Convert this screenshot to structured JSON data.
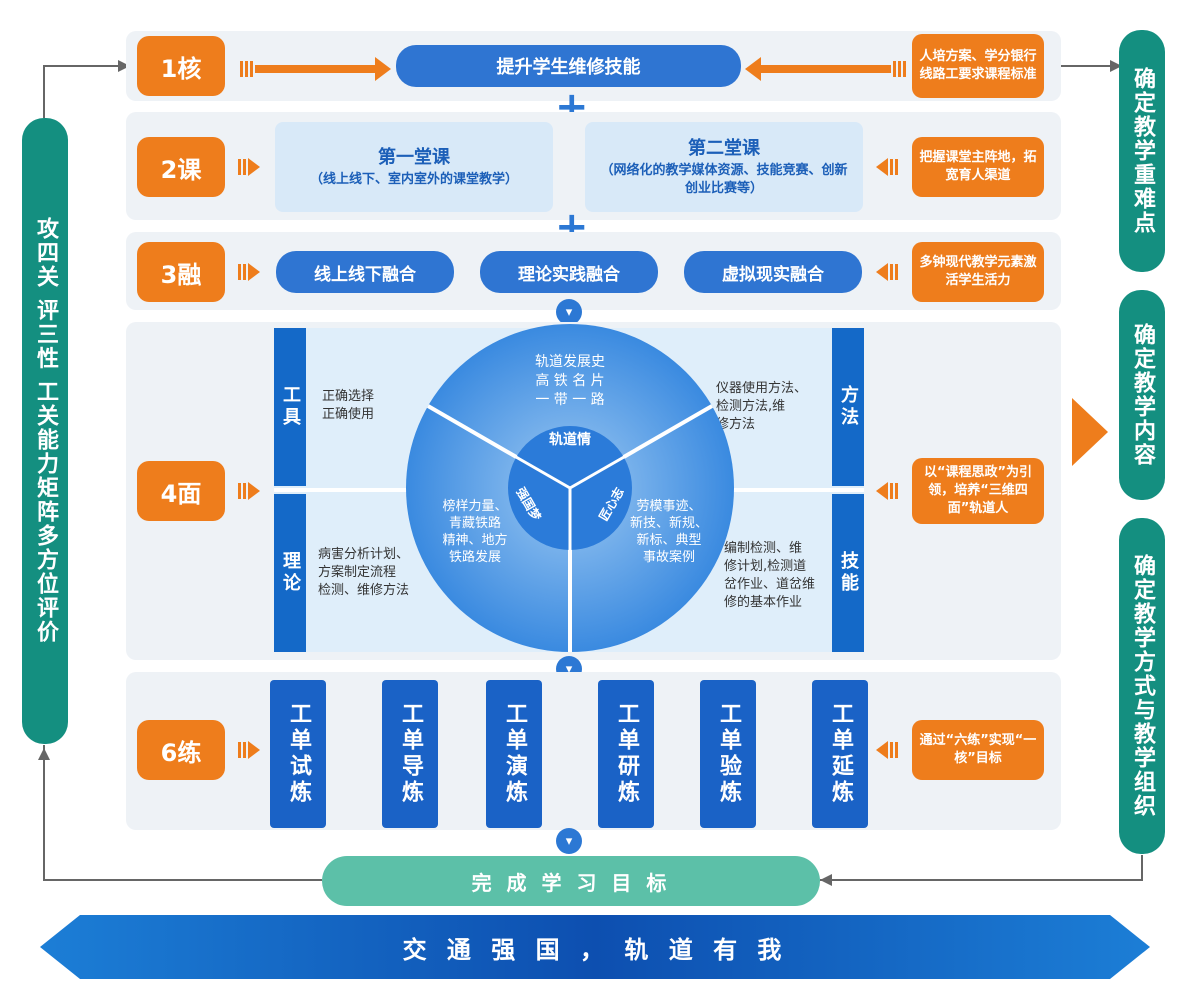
{
  "row1": {
    "label": "1核",
    "center": "提升学生维修技能",
    "note": "人培方案、学分银行线路工要求课程标准"
  },
  "row2": {
    "label": "2课",
    "card1_title": "第一堂课",
    "card1_sub": "（线上线下、室内室外的课堂教学）",
    "card2_title": "第二堂课",
    "card2_sub": "（网络化的教学媒体资源、技能竞赛、创新创业比赛等）",
    "note": "把握课堂主阵地，拓宽育人渠道"
  },
  "row3": {
    "label": "3融",
    "items": [
      "线上线下融合",
      "理论实践融合",
      "虚拟现实融合"
    ],
    "note": "多钟现代教学元素激活学生活力"
  },
  "row4": {
    "label": "4面",
    "bar_tools": "工具",
    "bar_theory": "理论",
    "bar_method": "方法",
    "bar_skill": "技能",
    "tools_text": "正确选择\n正确使用",
    "theory_text": "病害分析计划、\n方案制定流程\n检测、维修方法",
    "method_text": "仪器使用方法、\n检测方法,维\n修方法",
    "skill_text": "编制检测、维\n修计划,检测道\n岔作业、道岔维\n修的基本作业",
    "circle_top": "轨道发展史\n高 铁 名 片\n一 带 一 路",
    "circle_left": "榜样力量、\n青藏铁路\n精神、地方\n铁路发展",
    "circle_right": "劳模事迹、\n新技、新规、\n新标、典型\n事故案例",
    "hub_top": "轨道情",
    "hub_left": "强国梦",
    "hub_right": "匠心志",
    "note": "以“课程思政”为引领，培养“三维四面”轨道人"
  },
  "row6": {
    "label": "6练",
    "items": [
      "工单试炼",
      "工单导炼",
      "工单演炼",
      "工单研炼",
      "工单验炼",
      "工单延炼"
    ],
    "note": "通过“六练”实现“一核”目标"
  },
  "left_side": "攻四关 评三性 工关能力矩阵多方位评价",
  "right_side": [
    "确定教学重难点",
    "确定教学内容",
    "确定教学方式与教学组织"
  ],
  "bottom_goal": "完 成 学 习 目 标",
  "banner": "交 通 强 国 ， 轨 道 有 我",
  "colors": {
    "orange": "#ee7d1c",
    "blue": "#2f75d2",
    "teal": "#148f80",
    "dark_blue": "#1469c8"
  }
}
